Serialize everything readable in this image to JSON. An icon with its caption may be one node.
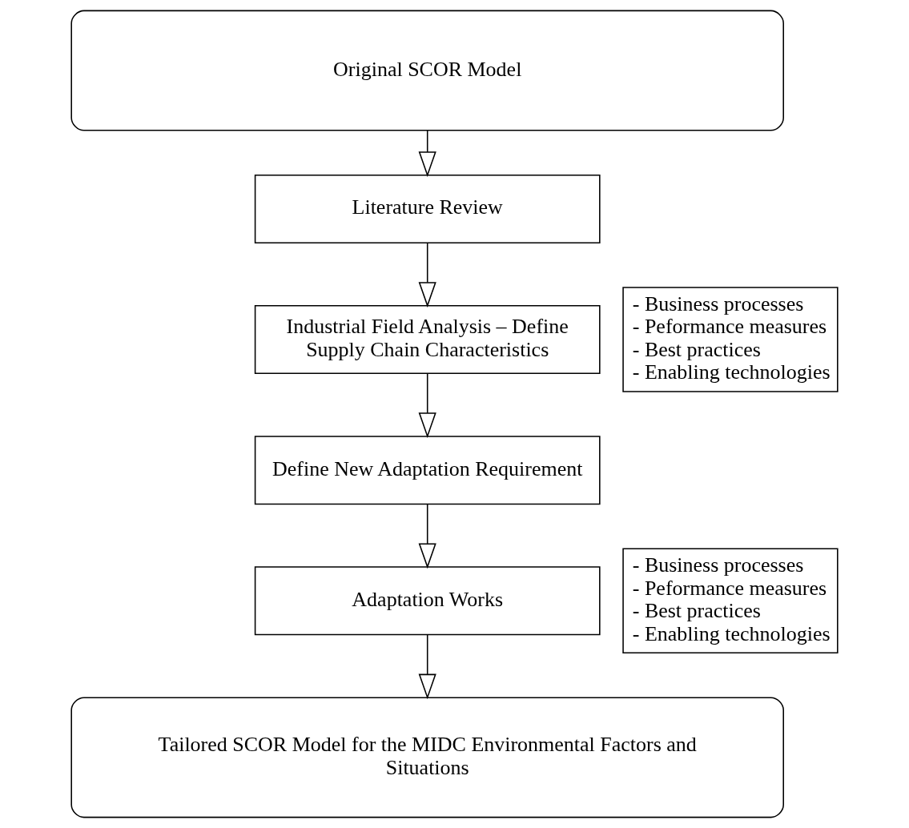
{
  "diagram": {
    "nodes": [
      {
        "text": [
          "Original SCOR Model"
        ]
      },
      {
        "text": [
          "Literature Review"
        ]
      },
      {
        "text": [
          "Industrial Field Analysis – Define Supply Chain Characteristics"
        ]
      },
      {
        "text": [
          "- Business processes",
          "- Peformance measures",
          "- Best practices",
          "- Enabling technologies"
        ]
      },
      {
        "text": [
          "Define New Adaptation Requirement"
        ]
      },
      {
        "text": [
          "Adaptation Works"
        ]
      },
      {
        "text": [
          "- Business processes",
          "- Peformance measures",
          "- Best practices",
          "- Enabling technologies"
        ]
      },
      {
        "text": [
          "Tailored SCOR Model for the MIDC Environmental Factors and Situations"
        ]
      }
    ],
    "edges": [
      {
        "from": 0,
        "to": 1,
        "arrow": "to"
      },
      {
        "from": 1,
        "to": 2,
        "arrow": "to"
      },
      {
        "from": 2,
        "to": 4,
        "arrow": "to"
      },
      {
        "from": 4,
        "to": 5,
        "arrow": "to"
      },
      {
        "from": 5,
        "to": 7,
        "arrow": "to"
      }
    ]
  }
}
